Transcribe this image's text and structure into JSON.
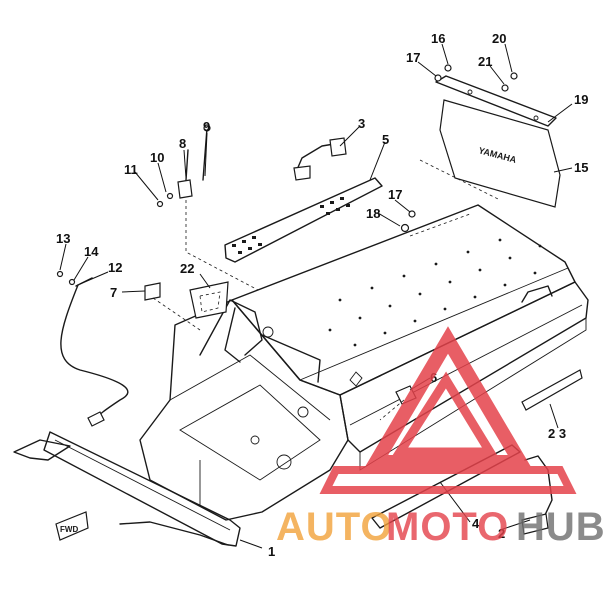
{
  "diagram": {
    "callouts": {
      "c1": "1",
      "c2": "2",
      "c3": "3",
      "c4": "4",
      "c5": "5",
      "c6": "6",
      "c7": "7",
      "c8": "8",
      "c9": "9",
      "c10": "10",
      "c11": "11",
      "c12": "12",
      "c13": "13",
      "c14": "14",
      "c15": "15",
      "c16": "16",
      "c17a": "17",
      "c17b": "17",
      "c18": "18",
      "c19": "19",
      "c20": "20",
      "c21": "21",
      "c22": "22",
      "c23": "2 3"
    },
    "nameplate_text": "YAMAHA",
    "front_decal_text": "FWD"
  },
  "watermark": {
    "text_auto": "AUTO",
    "text_moto": "MOTO",
    "text_hub": "HUB",
    "colors": {
      "orange": "#f2a23a",
      "red": "#e4424b",
      "gray": "#6f6f6f"
    }
  }
}
